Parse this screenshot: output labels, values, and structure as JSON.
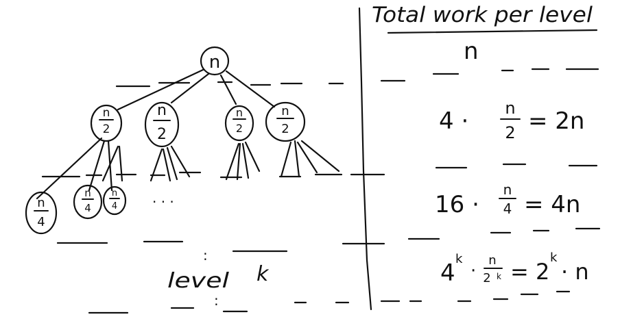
{
  "header": {
    "title": "Total work per level"
  },
  "tree": {
    "root": "n",
    "level1_nodes": [
      "n/2",
      "n/2",
      "n/2",
      "n/2"
    ],
    "level2_nodes": [
      "n/4",
      "n/4",
      "n/4"
    ],
    "ellipsis": ". . .",
    "vdots": ":",
    "level_label": "level",
    "level_var": "k"
  },
  "work": {
    "row0": {
      "value": "n"
    },
    "row1": {
      "coef": "4 ·",
      "num": "n",
      "den": "2",
      "result": "= 2n"
    },
    "row2": {
      "coef": "16 ·",
      "num": "n",
      "den": "4",
      "result": "= 4n"
    },
    "row3": {
      "base": "4",
      "exp": "k",
      "dot": "·",
      "num": "n",
      "den_base": "2",
      "den_exp": "k",
      "result_pre": "= 2",
      "result_exp": "k",
      "result_post": "· n"
    }
  }
}
